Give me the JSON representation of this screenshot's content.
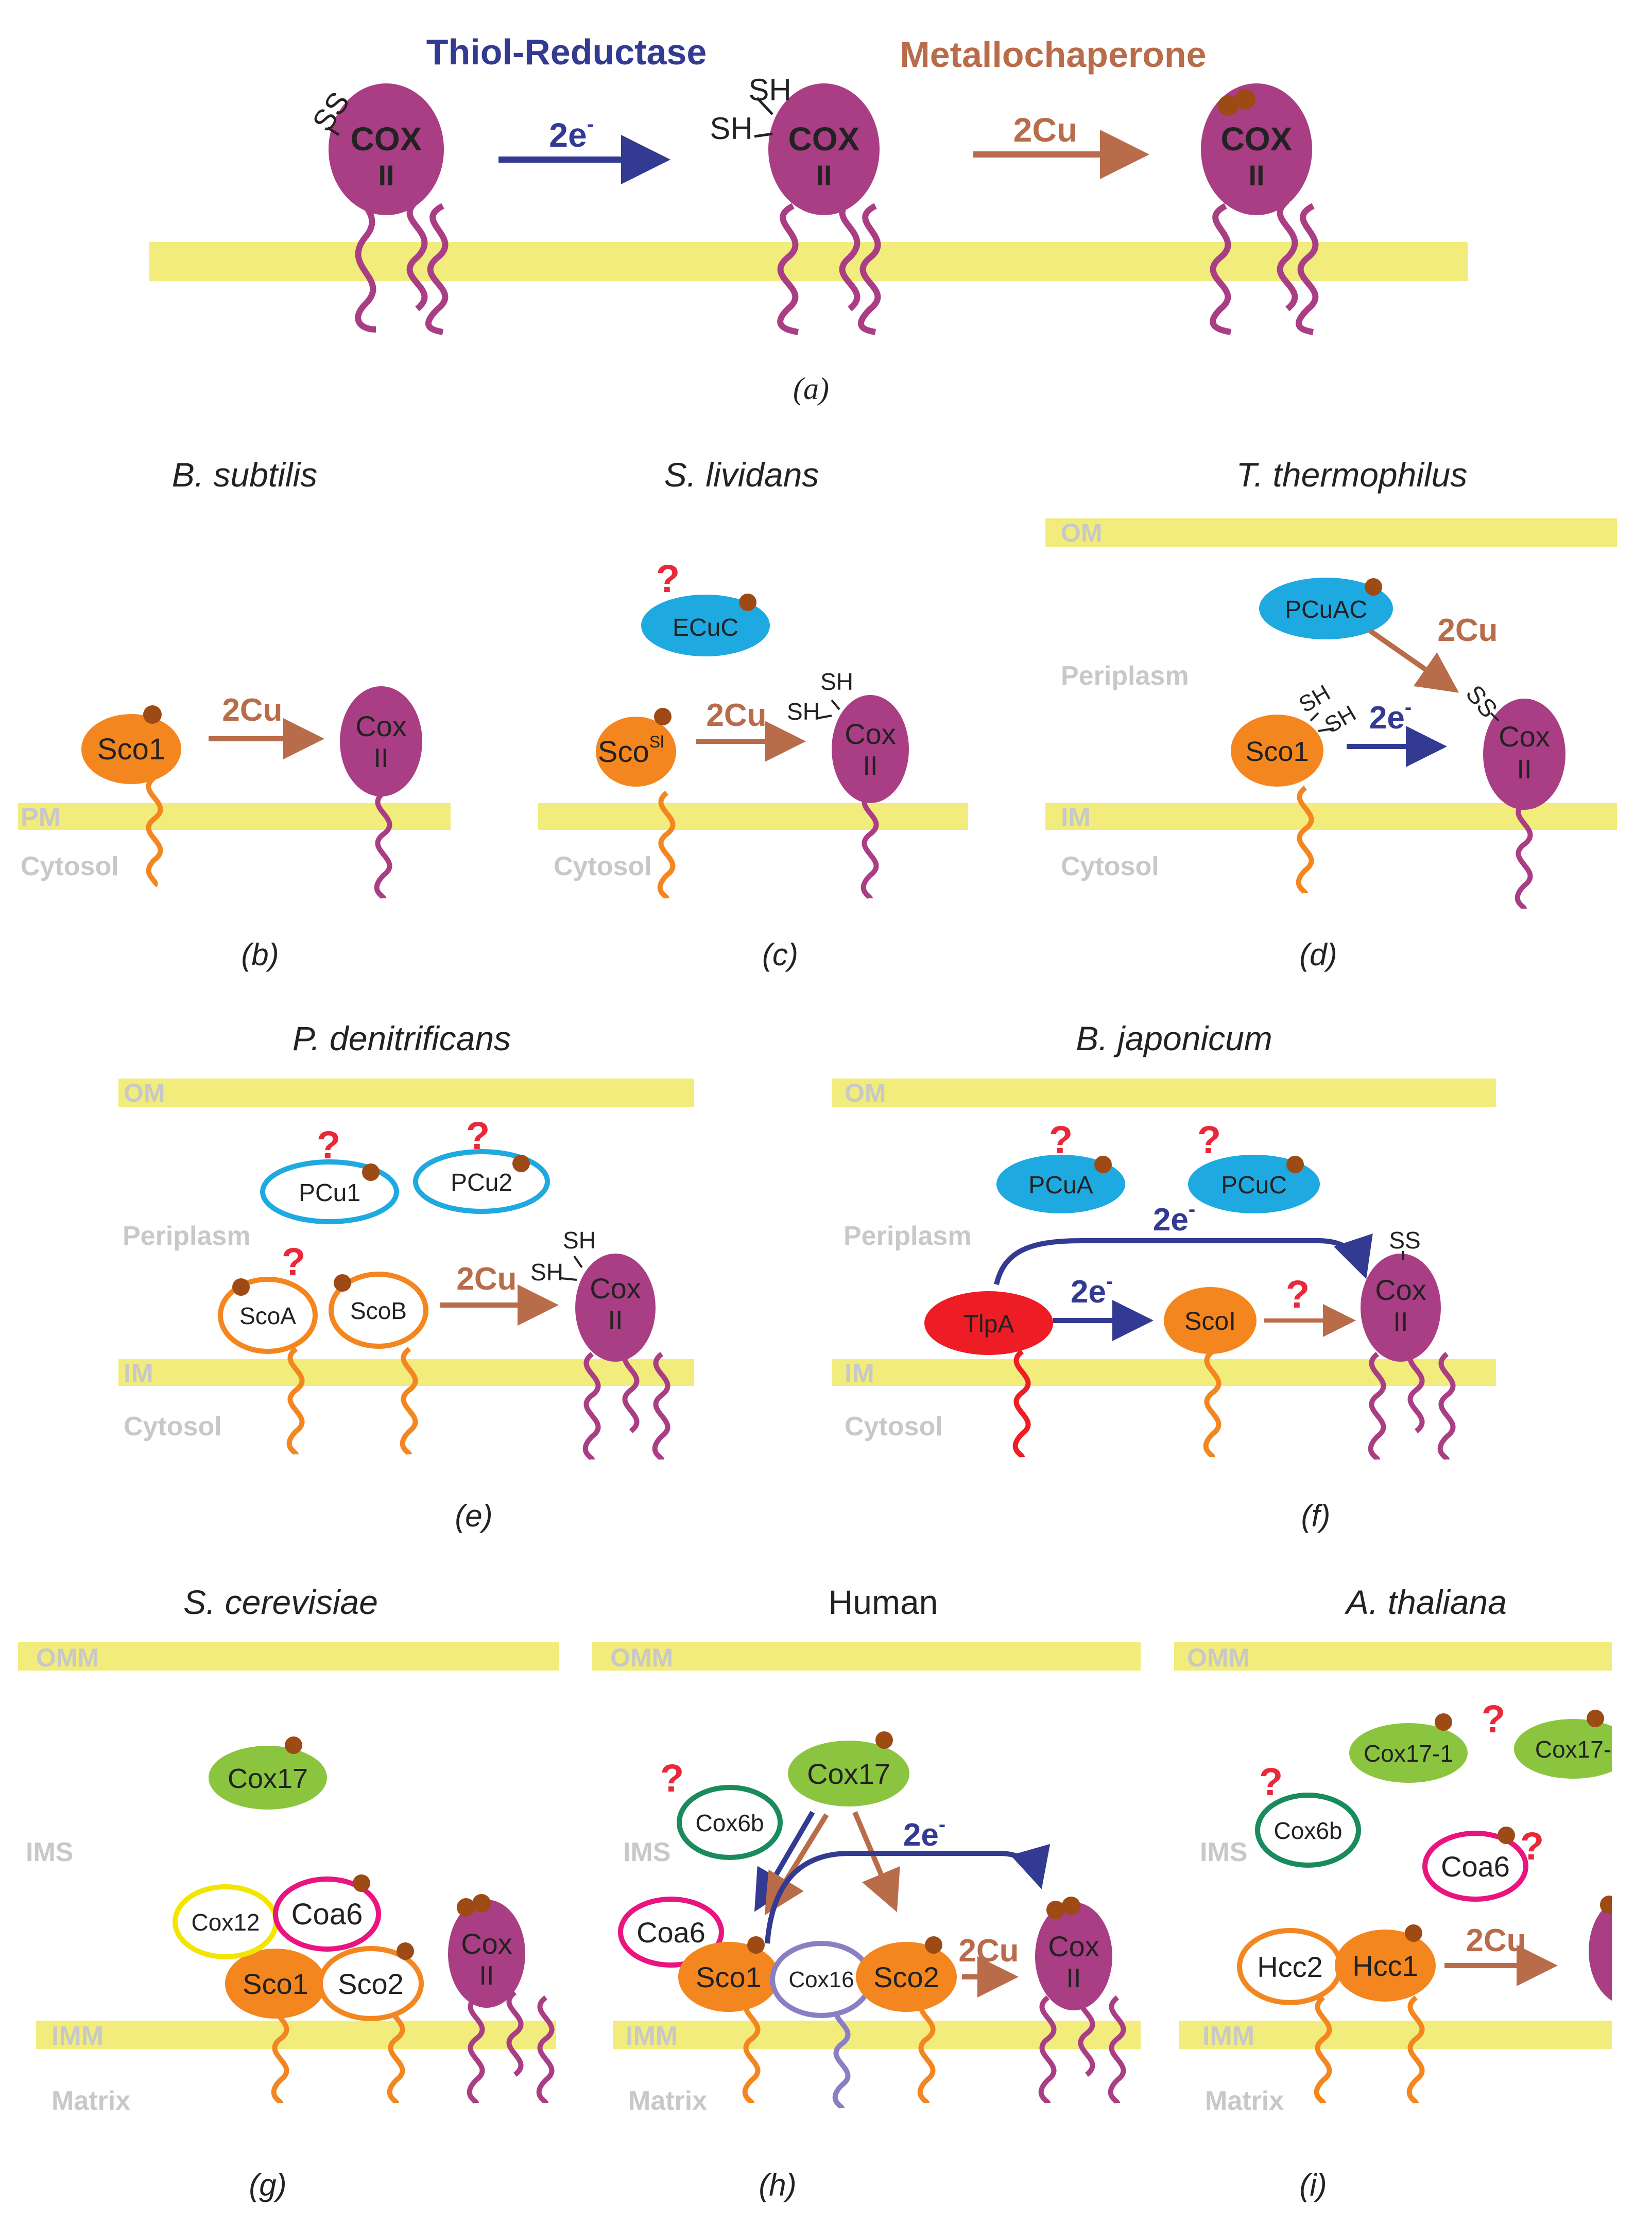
{
  "colors": {
    "membrane": "#f2ec7c",
    "cox": "#a93e85",
    "sco": "#f4861f",
    "copper": "#9e4a14",
    "blue_protein": "#1fa9e1",
    "green_protein": "#8bc53f",
    "red_protein": "#ee1c24",
    "arrow_brown": "#b86c4a",
    "arrow_blue": "#333a92",
    "question": "#e8293a",
    "compartment_label": "#c8c8c8",
    "pink_ring": "#e9147f",
    "yellow_ring": "#f2e600",
    "teal_ring": "#1a8b5c",
    "lavender_ring": "#8a7fc2"
  },
  "panel_a": {
    "title_thiol": "Thiol-Reductase",
    "title_metallo": "Metallochaperone",
    "ss": "SS",
    "sh1": "SH",
    "sh2": "SH",
    "cox_top": "COX",
    "cox_bottom": "II",
    "arrow_2e": "2e",
    "arrow_2e_sup": "-",
    "arrow_2cu": "2Cu",
    "caption": "(a)"
  },
  "panel_b": {
    "species": "B. subtilis",
    "sco": "Sco1",
    "arrow": "2Cu",
    "cox_top": "Cox",
    "cox_bottom": "II",
    "membrane": "PM",
    "below": "Cytosol",
    "caption": "(b)"
  },
  "panel_c": {
    "species": "S. lividans",
    "ecuc": "ECuC",
    "question": "?",
    "sco": "Sco",
    "sco_sup": "Sl",
    "arrow": "2Cu",
    "sh1": "SH",
    "sh2": "SH",
    "cox_top": "Cox",
    "cox_bottom": "II",
    "below": "Cytosol",
    "caption": "(c)"
  },
  "panel_d": {
    "species": "T. thermophilus",
    "om": "OM",
    "periplasm": "Periplasm",
    "pcuac": "PCuAC",
    "arrow_cu": "2Cu",
    "sco": "Sco1",
    "sh1": "SH",
    "sh2": "SH",
    "arrow_e": "2e",
    "arrow_e_sup": "-",
    "ss": "SS",
    "cox_top": "Cox",
    "cox_bottom": "II",
    "im": "IM",
    "below": "Cytosol",
    "caption": "(d)"
  },
  "panel_e": {
    "species": "P. denitrificans",
    "om": "OM",
    "pcu1": "PCu1",
    "pcu2": "PCu2",
    "question": "?",
    "periplasm": "Periplasm",
    "scoa": "ScoA",
    "scob": "ScoB",
    "arrow": "2Cu",
    "sh1": "SH",
    "sh2": "SH",
    "cox_top": "Cox",
    "cox_bottom": "II",
    "im": "IM",
    "below": "Cytosol",
    "caption": "(e)"
  },
  "panel_f": {
    "species": "B. japonicum",
    "om": "OM",
    "pcua": "PCuA",
    "pcuc": "PCuC",
    "question": "?",
    "periplasm": "Periplasm",
    "arrow_top": "2e",
    "arrow_top_sup": "-",
    "ss": "SS",
    "tlpa": "TlpA",
    "arrow_mid": "2e",
    "arrow_mid_sup": "-",
    "scoi": "ScoI",
    "cox_top": "Cox",
    "cox_bottom": "II",
    "im": "IM",
    "below": "Cytosol",
    "caption": "(f)"
  },
  "panel_g": {
    "species": "S. cerevisiae",
    "omm": "OMM",
    "cox17": "Cox17",
    "ims": "IMS",
    "cox12": "Cox12",
    "coa6": "Coa6",
    "sco1": "Sco1",
    "sco2": "Sco2",
    "cox_top": "Cox",
    "cox_bottom": "II",
    "imm": "IMM",
    "matrix": "Matrix",
    "caption": "(g)"
  },
  "panel_h": {
    "species": "Human",
    "omm": "OMM",
    "cox17": "Cox17",
    "cox6b": "Cox6b",
    "question": "?",
    "ims": "IMS",
    "arrow_e": "2e",
    "arrow_e_sup": "-",
    "coa6": "Coa6",
    "sco1": "Sco1",
    "cox16": "Cox16",
    "sco2": "Sco2",
    "arrow_cu": "2Cu",
    "cox_top": "Cox",
    "cox_bottom": "II",
    "imm": "IMM",
    "matrix": "Matrix",
    "caption": "(h)"
  },
  "panel_i": {
    "species": "A. thaliana",
    "omm": "OMM",
    "cox17_1": "Cox17-1",
    "cox17_2": "Cox17-",
    "question": "?",
    "cox6b": "Cox6b",
    "ims": "IMS",
    "coa6": "Coa6",
    "hcc2": "Hcc2",
    "hcc1": "Hcc1",
    "arrow": "2Cu",
    "imm": "IMM",
    "matrix": "Matrix",
    "caption": "(i)"
  }
}
